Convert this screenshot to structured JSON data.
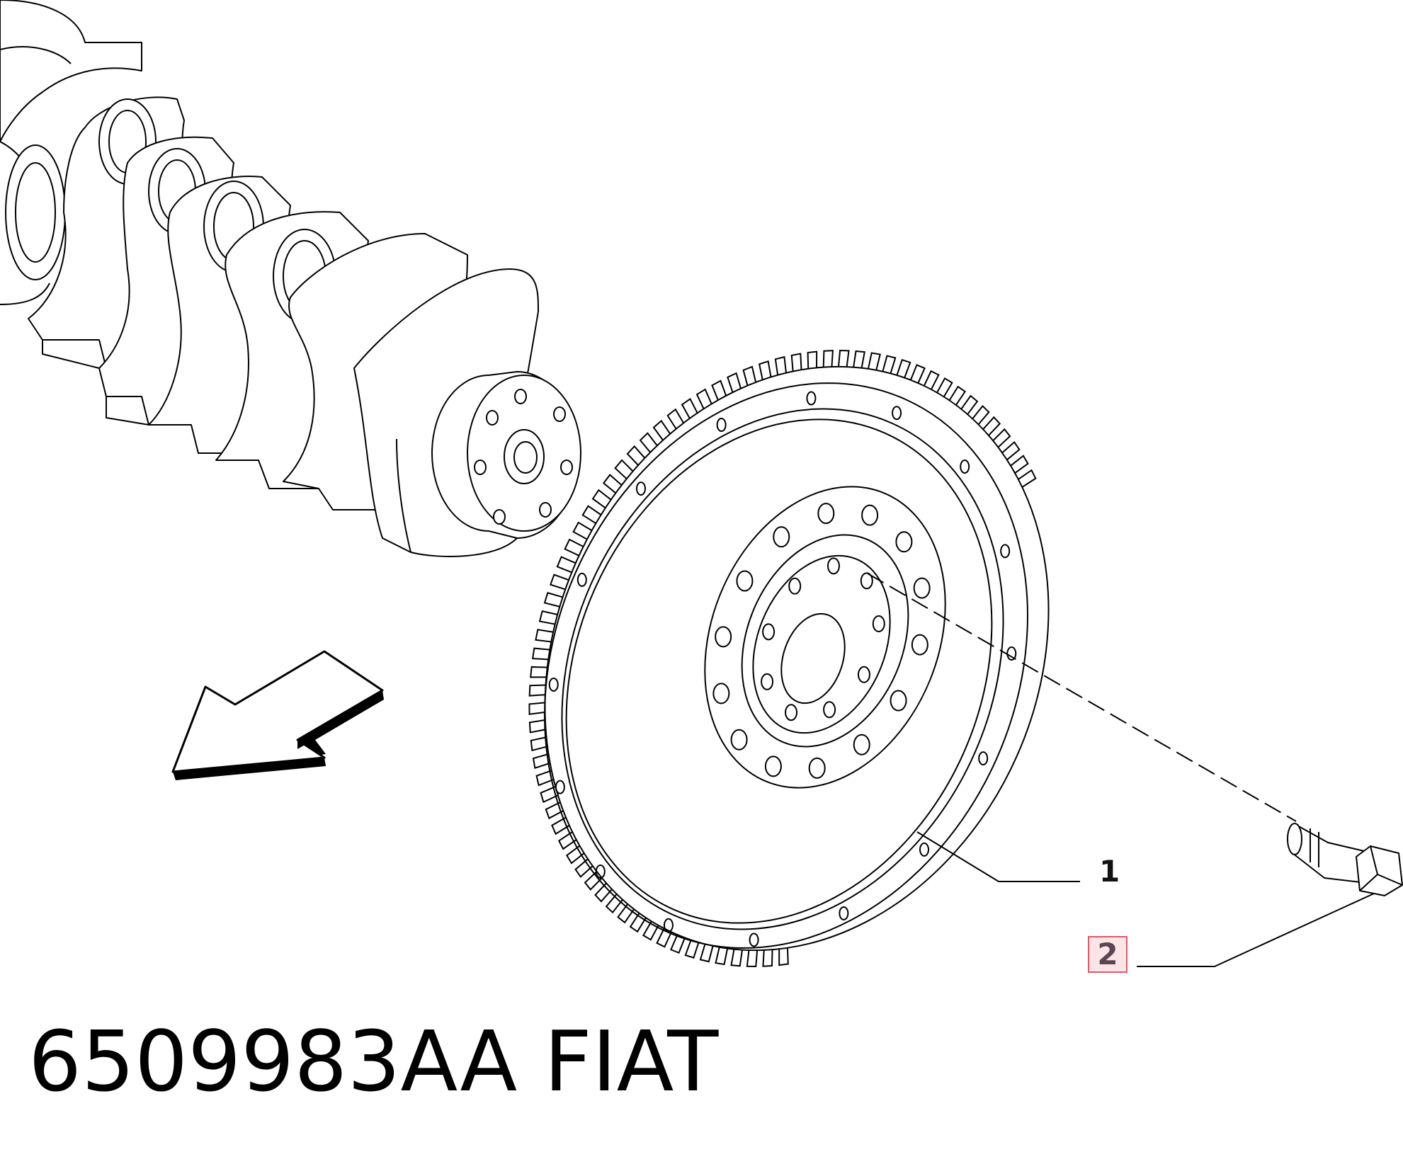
{
  "diagram": {
    "callouts": [
      {
        "number": "1",
        "part": "flywheel"
      },
      {
        "number": "2",
        "part": "bolt",
        "highlighted": true
      }
    ],
    "caption": {
      "part_number": "6509983AA",
      "brand": "FIAT"
    },
    "colors": {
      "line": "#000000",
      "highlight_border": "#e05a6a",
      "highlight_fill": "#fde4e6"
    }
  }
}
